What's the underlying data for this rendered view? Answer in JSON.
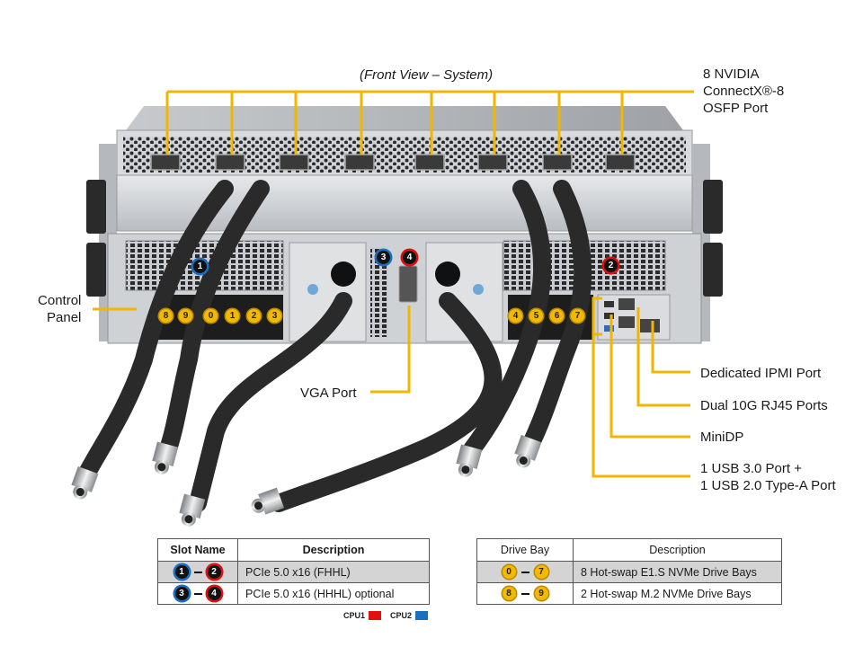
{
  "title": "(Front View – System)",
  "callouts": {
    "osfp": [
      "8 NVIDIA",
      "ConnectX®-8",
      "OSFP Port"
    ],
    "control_panel": [
      "Control",
      "Panel"
    ],
    "vga": "VGA Port",
    "ipmi": "Dedicated IPMI Port",
    "rj45": "Dual 10G RJ45 Ports",
    "minidp": "MiniDP",
    "usb": [
      "1 USB 3.0 Port +",
      "1 USB 2.0 Type-A Port"
    ]
  },
  "slot_badges": [
    {
      "num": "1",
      "cpu": "CPU2"
    },
    {
      "num": "2",
      "cpu": "CPU1"
    },
    {
      "num": "3",
      "cpu": "CPU2"
    },
    {
      "num": "4",
      "cpu": "CPU1"
    }
  ],
  "drive_badges": [
    "8",
    "9",
    "0",
    "1",
    "2",
    "3",
    "4",
    "5",
    "6",
    "7"
  ],
  "slot_table": {
    "headers": [
      "Slot Name",
      "Description"
    ],
    "rows": [
      {
        "from": "1",
        "to": "2",
        "description": "PCIe 5.0 x16 (FHHL)"
      },
      {
        "from": "3",
        "to": "4",
        "description": "PCIe 5.0 x16 (HHHL) optional"
      }
    ]
  },
  "drive_table": {
    "headers": [
      "Drive Bay",
      "Description"
    ],
    "rows": [
      {
        "from": "0",
        "to": "7",
        "description": "8 Hot-swap E1.S NVMe Drive Bays"
      },
      {
        "from": "8",
        "to": "9",
        "description": "2 Hot-swap M.2 NVMe Drive Bays"
      }
    ]
  },
  "legend": [
    {
      "label": "CPU1",
      "color": "#e01010"
    },
    {
      "label": "CPU2",
      "color": "#1a6fc0"
    }
  ],
  "colors": {
    "callout_line": "#f2b600",
    "cpu1": "#e01010",
    "cpu2": "#1a6fc0",
    "drive_badge": "#f3b800"
  }
}
